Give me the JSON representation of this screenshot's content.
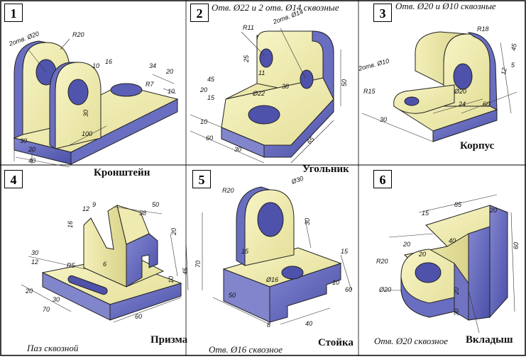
{
  "panels": [
    {
      "number": "1",
      "title": "Кронштейн",
      "note": "",
      "dims": [
        "2отв. Ø20",
        "R20",
        "10",
        "16",
        "20",
        "34",
        "R7",
        "10",
        "30",
        "100",
        "30",
        "20",
        "40"
      ]
    },
    {
      "number": "2",
      "title": "Угольник",
      "note": "Отв. Ø22 и 2 отв. Ø14 сквозные",
      "dims": [
        "R11",
        "2отв. Ø14",
        "25",
        "11",
        "38",
        "50",
        "45",
        "20",
        "15",
        "Ø22",
        "10",
        "60",
        "30",
        "65"
      ]
    },
    {
      "number": "3",
      "title": "Корпус",
      "note": "Отв. Ø20 и Ø10 сквозные",
      "dims": [
        "R18",
        "45",
        "12",
        "5",
        "2отв. Ø10",
        "R15",
        "Ø20",
        "24",
        "60",
        "30"
      ]
    },
    {
      "number": "4",
      "title": "Призма",
      "note": "Паз сквозной",
      "dims": [
        "12",
        "9",
        "50",
        "38",
        "16",
        "20",
        "30",
        "12",
        "R5",
        "6",
        "45",
        "10",
        "20",
        "30",
        "70",
        "60"
      ]
    },
    {
      "number": "5",
      "title": "Стойка",
      "note": "Отв. Ø16 сквозное",
      "dims": [
        "R20",
        "Ø30",
        "30",
        "15",
        "15",
        "70",
        "Ø16",
        "50",
        "10",
        "60",
        "8",
        "40"
      ]
    },
    {
      "number": "6",
      "title": "Вкладыш",
      "note": "Отв. Ø20 сквозное",
      "dims": [
        "15",
        "85",
        "20",
        "40",
        "20",
        "60",
        "R20",
        "20",
        "Ø20",
        "20",
        "30"
      ]
    }
  ]
}
